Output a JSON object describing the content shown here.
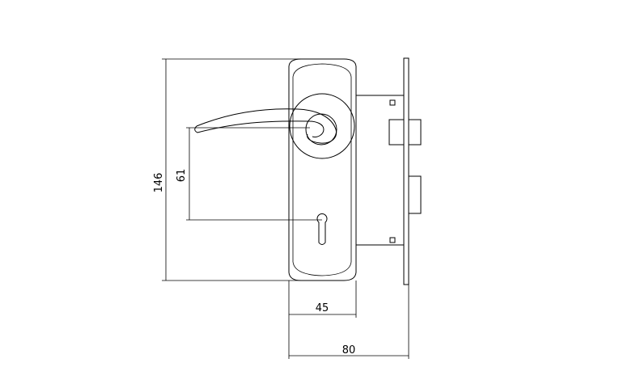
{
  "dimensions": {
    "height_overall": "146",
    "handle_to_keyhole": "61",
    "plate_width": "45",
    "overall_depth": "80"
  }
}
